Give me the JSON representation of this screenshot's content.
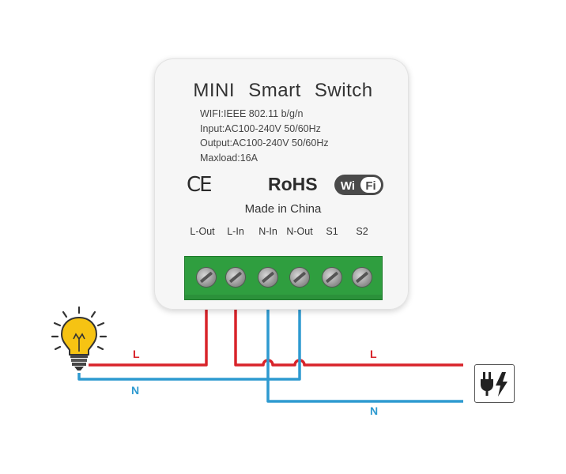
{
  "device": {
    "title_words": [
      "MINI",
      "Smart",
      "Switch"
    ],
    "specs": [
      "WIFI:IEEE 802.11 b/g/n",
      "Input:AC100-240V 50/60Hz",
      "Output:AC100-240V 50/60Hz",
      "Maxload:16A"
    ],
    "ce_mark": "CE",
    "rohs_mark": "RoHS",
    "wifi_logo_text": "WiFi",
    "made_in": "Made in China",
    "terminals": [
      "L-Out",
      "L-In",
      "N-In",
      "N-Out",
      "S1",
      "S2"
    ]
  },
  "wires": {
    "live_label_left": "L",
    "live_label_right": "L",
    "neutral_label_left": "N",
    "neutral_label_right": "N"
  },
  "colors": {
    "live": "#d8232a",
    "neutral": "#2e9ad0",
    "terminal_block": "#2f9e3f",
    "bulb": "#f6c313"
  },
  "icons": {
    "bulb": "light-bulb-icon",
    "plug": "power-plug-icon"
  }
}
